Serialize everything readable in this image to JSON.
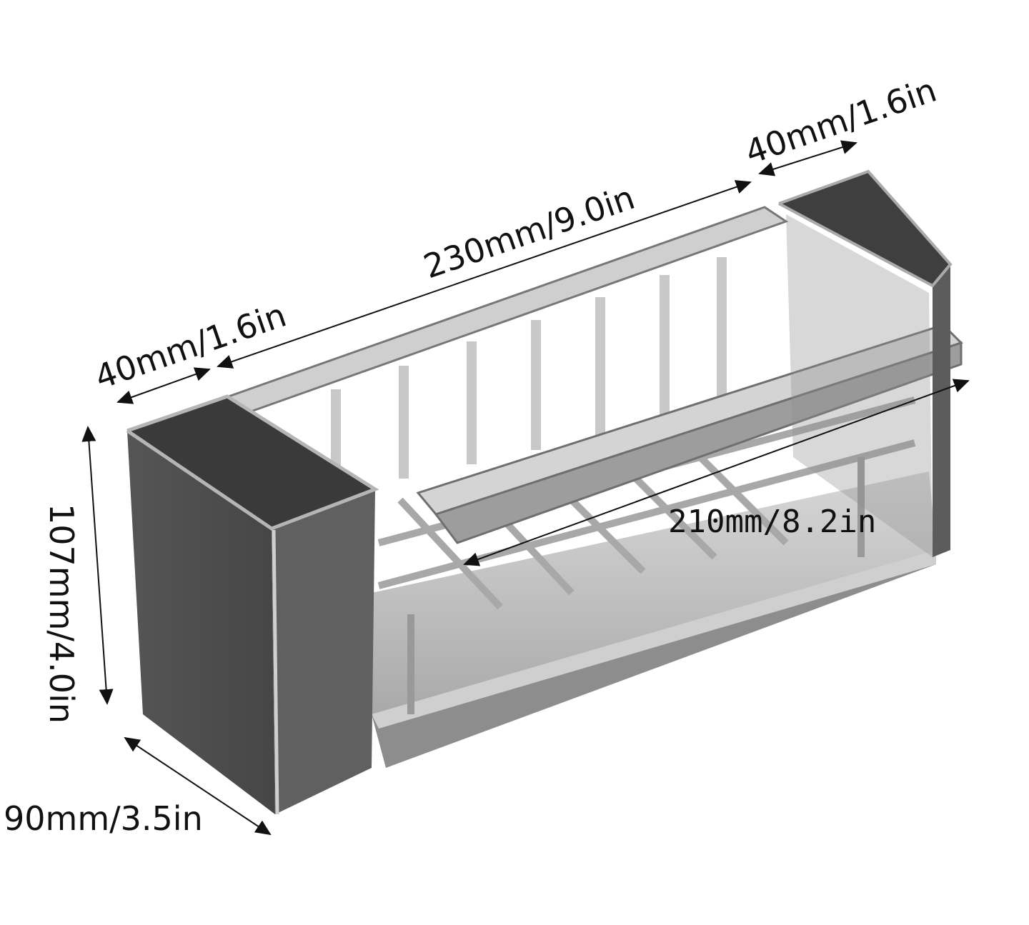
{
  "diagram": {
    "subject": "sink caddy rack with two side cups",
    "colors": {
      "background": "#ffffff",
      "cup_dark": "#4a4a4a",
      "cup_side": "#5e5e5e",
      "metal_light": "#d9d9d9",
      "metal_mid": "#9a9a9a",
      "tray": "#bdbdbd",
      "text": "#111111"
    },
    "dimensions": {
      "left_cup_width": "40mm/1.6in",
      "basket_length": "230mm/9.0in",
      "right_cup_width": "40mm/1.6in",
      "inner_length": "210mm/8.2in",
      "height": "107mm/4.0in",
      "depth": "90mm/3.5in"
    }
  }
}
